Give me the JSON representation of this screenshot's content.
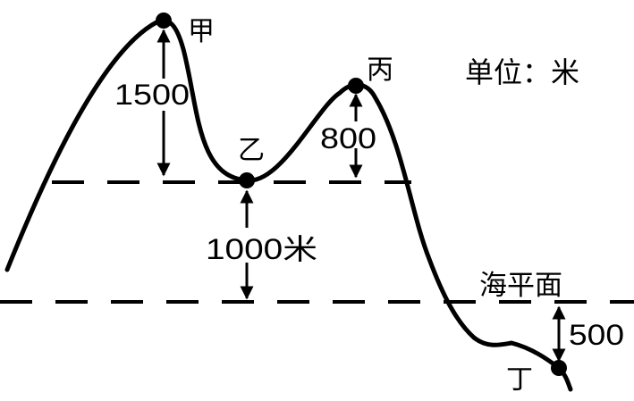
{
  "diagram": {
    "unit_label": "单位：米",
    "sea_level_label": "海平面",
    "points": [
      {
        "name": "甲",
        "label": "甲"
      },
      {
        "name": "乙",
        "label": "乙"
      },
      {
        "name": "丙",
        "label": "丙"
      },
      {
        "name": "丁",
        "label": "丁"
      }
    ],
    "measurements": {
      "jia_above_yi": "1500",
      "bing_above_yi": "800",
      "yi_above_sea": "1000米",
      "ding_below_sea": "500"
    },
    "colors": {
      "line": "#000000",
      "background": "#ffffff"
    }
  }
}
